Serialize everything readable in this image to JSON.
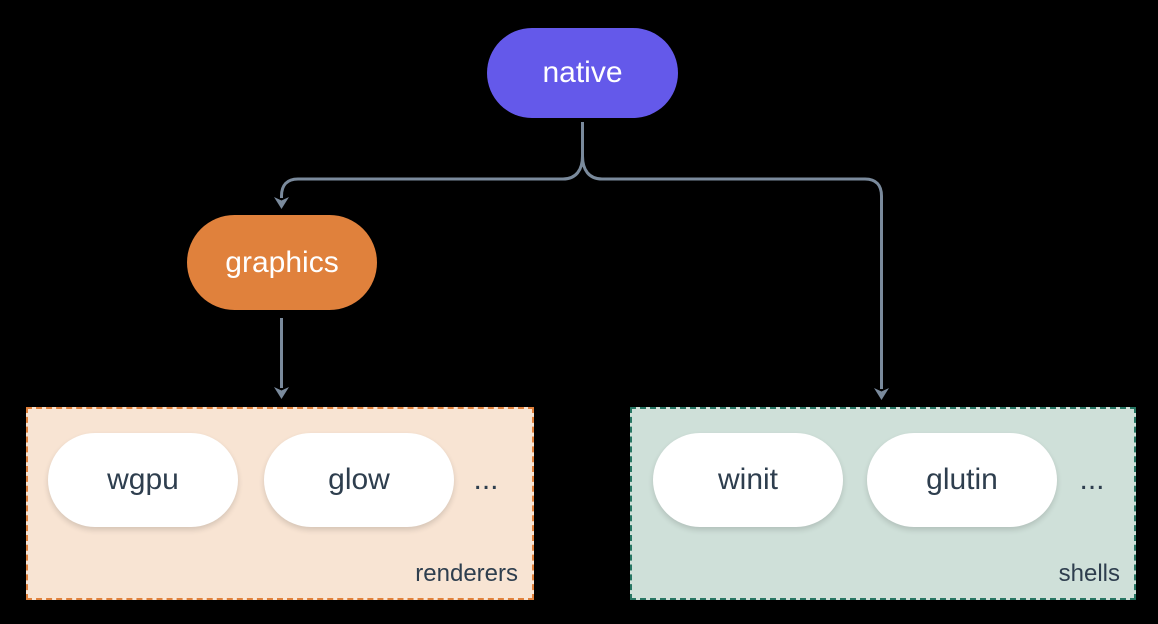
{
  "nodes": {
    "native": {
      "label": "native",
      "color": "#6459ea",
      "text_color": "#ffffff"
    },
    "graphics": {
      "label": "graphics",
      "color": "#e0813c",
      "text_color": "#ffffff"
    }
  },
  "groups": {
    "renderers": {
      "label": "renderers",
      "fill": "#f8e4d3",
      "border": "#e0813c",
      "items": [
        "wgpu",
        "glow",
        "..."
      ]
    },
    "shells": {
      "label": "shells",
      "fill": "#cfe0d9",
      "border": "#277663",
      "items": [
        "winit",
        "glutin",
        "..."
      ]
    }
  },
  "colors": {
    "background": "#000000",
    "connector": "#7a8a9c",
    "item_text": "#2e3e4e",
    "white_pill": "#ffffff"
  }
}
